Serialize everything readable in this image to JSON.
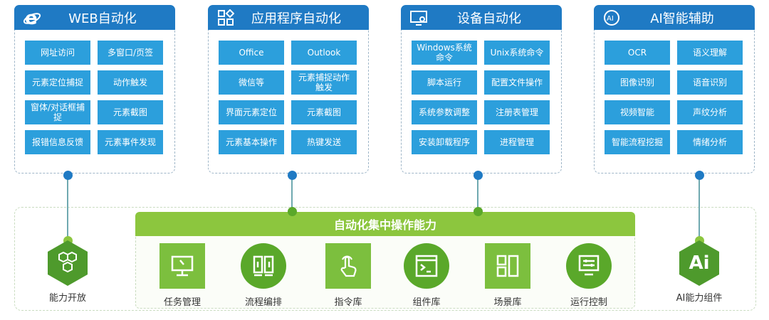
{
  "panels": [
    {
      "title": "WEB自动化",
      "icon": "ie-icon",
      "items": [
        "网址访问",
        "多窗口/页签",
        "元素定位捕捉",
        "动作触发",
        "窗体/对话框捕捉",
        "元素截图",
        "报错信息反馈",
        "元素事件发现"
      ]
    },
    {
      "title": "应用程序自动化",
      "icon": "apps-icon",
      "items": [
        "Office",
        "Outlook",
        "微信等",
        "元素捕捉动作触发",
        "界面元素定位",
        "元素截图",
        "元素基本操作",
        "热键发送"
      ]
    },
    {
      "title": "设备自动化",
      "icon": "device-settings-icon",
      "items": [
        "Windows系统命令",
        "Unix系统命令",
        "脚本运行",
        "配置文件操作",
        "系统参数调整",
        "注册表管理",
        "安装卸载程序",
        "进程管理"
      ]
    },
    {
      "title": "AI智能辅助",
      "icon": "ai-icon",
      "items": [
        "OCR",
        "语义理解",
        "图像识别",
        "语音识别",
        "视频智能",
        "声纹分析",
        "智能流程挖掘",
        "情绪分析"
      ]
    }
  ],
  "center": {
    "title": "自动化集中操作能力",
    "tools": [
      {
        "label": "任务管理",
        "icon": "monitor-wrench-icon"
      },
      {
        "label": "流程编排",
        "icon": "flow-columns-icon"
      },
      {
        "label": "指令库",
        "icon": "hand-pointer-icon"
      },
      {
        "label": "组件库",
        "icon": "terminal-window-icon"
      },
      {
        "label": "场景库",
        "icon": "layout-icon"
      },
      {
        "label": "运行控制",
        "icon": "control-monitor-icon"
      }
    ]
  },
  "left": {
    "label": "能力开放",
    "icon": "hexagons-icon"
  },
  "right": {
    "label": "AI能力组件",
    "icon_text": "Ai"
  },
  "colors": {
    "blue": "#1f7ac4",
    "cell": "#2c9fdc",
    "green": "#8cc63e",
    "dark_green": "#4e9a2c"
  }
}
